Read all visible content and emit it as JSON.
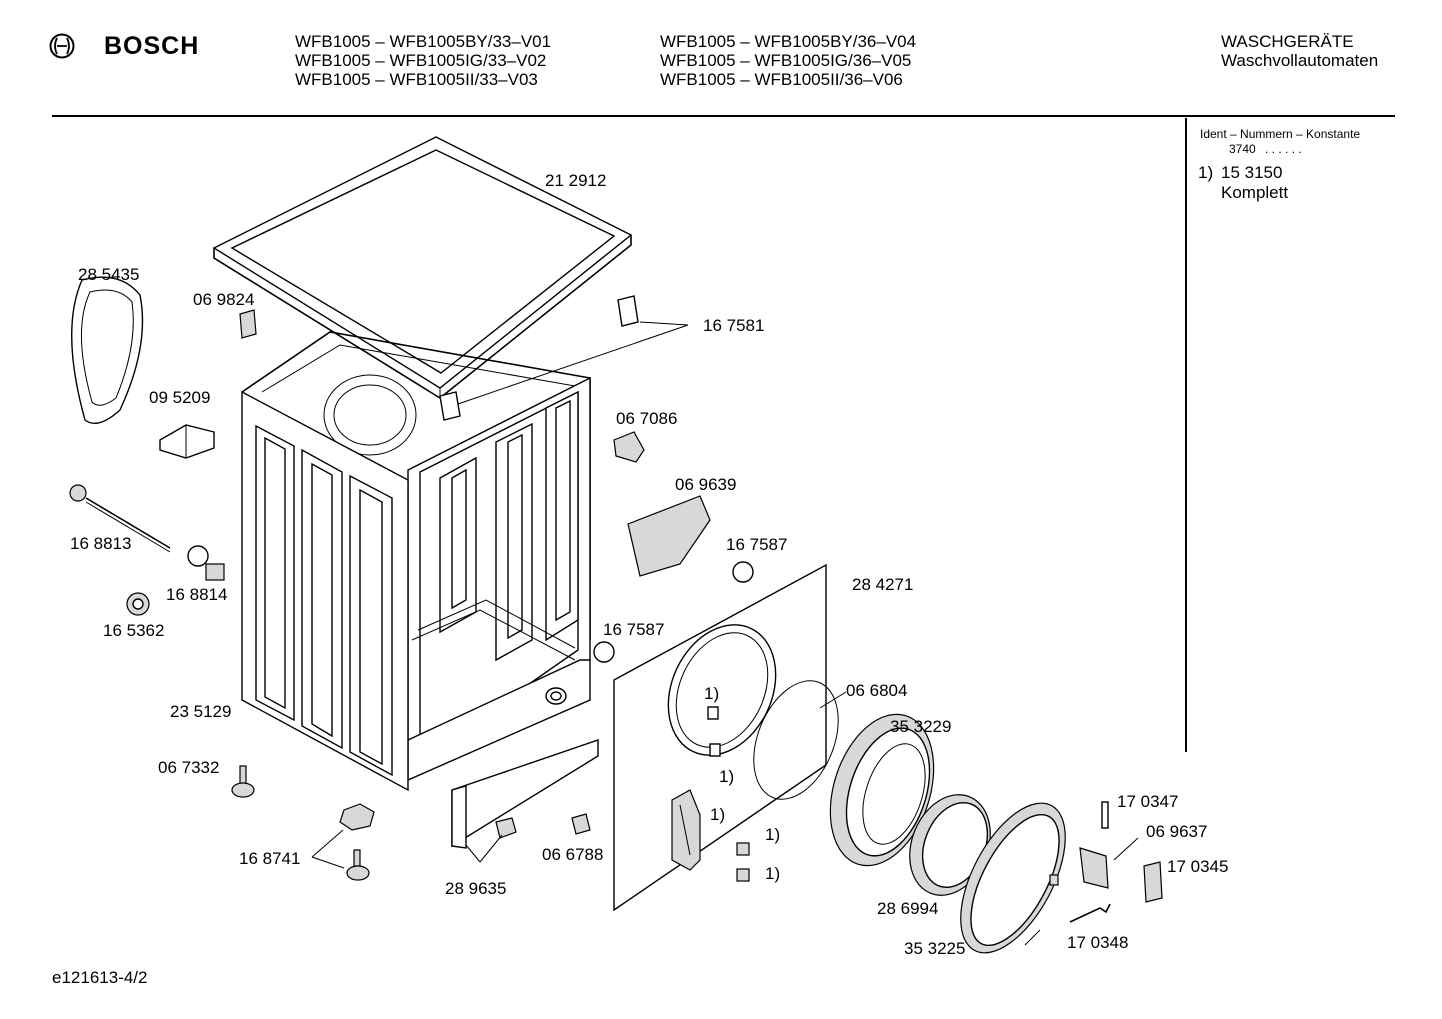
{
  "header": {
    "brand": "BOSCH",
    "models_col1": [
      "WFB1005 – WFB1005BY/33–V01",
      "WFB1005 – WFB1005IG/33–V02",
      "WFB1005 – WFB1005II/33–V03"
    ],
    "models_col2": [
      "WFB1005 – WFB1005BY/36–V04",
      "WFB1005 – WFB1005IG/36–V05",
      "WFB1005 – WFB1005II/36–V06"
    ],
    "category": "WASCHGERÄTE",
    "subcategory": "Waschvollautomaten"
  },
  "sidebar": {
    "ident_title": "Ident – Nummern – Konstante",
    "ident_value": "3740",
    "ident_dots": ". . . . . .",
    "note_marker": "1)",
    "note_number": "15 3150",
    "note_text": "Komplett"
  },
  "parts": {
    "p212912": "21 2912",
    "p285435": "28 5435",
    "p069824": "06 9824",
    "p167581": "16 7581",
    "p095209": "09 5209",
    "p067086": "06 7086",
    "p069639": "06 9639",
    "p168813": "16 8813",
    "p167587a": "16 7587",
    "p284271": "28 4271",
    "p168814": "16 8814",
    "p165362": "16 5362",
    "p167587b": "16 7587",
    "p235129": "23 5129",
    "p066804": "06 6804",
    "p353229": "35 3229",
    "p067332": "06 7332",
    "p170347": "17 0347",
    "p069637": "06 9637",
    "p168741": "16 8741",
    "p066788": "06 6788",
    "p289635": "28 9635",
    "p170345": "17 0345",
    "p286994": "28 6994",
    "p170348": "17 0348",
    "p353225": "35 3225",
    "note1": "1)"
  },
  "footer": {
    "code": "e121613-4/2"
  }
}
